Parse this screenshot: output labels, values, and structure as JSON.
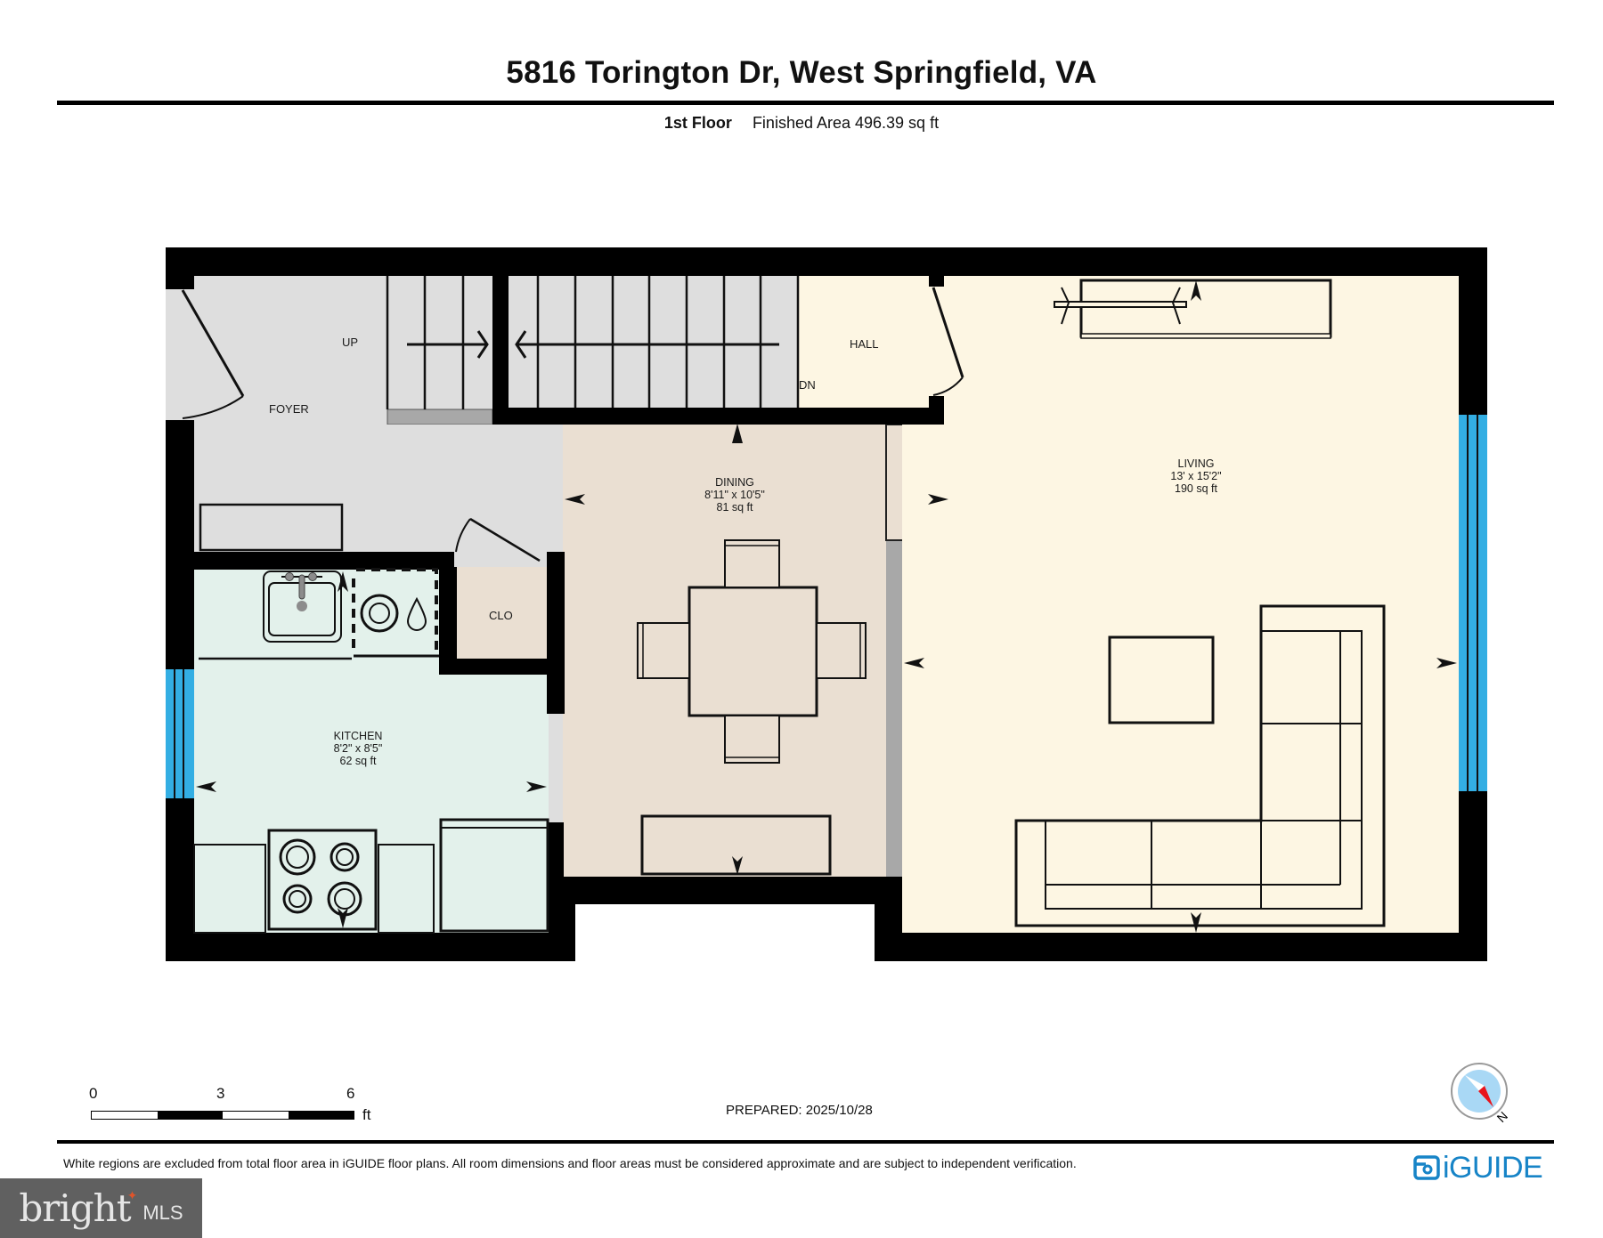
{
  "header": {
    "title": "5816 Torington Dr, West Springfield, VA",
    "floor_label": "1st Floor",
    "finished_area": "Finished Area 496.39 sq ft"
  },
  "rooms": {
    "foyer": {
      "name": "FOYER"
    },
    "hall": {
      "name": "HALL"
    },
    "closet": {
      "name": "CLO"
    },
    "dining": {
      "name": "DINING",
      "dimensions": "8'11\" x 10'5\"",
      "area": "81 sq ft"
    },
    "kitchen": {
      "name": "KITCHEN",
      "dimensions": "8'2\" x 8'5\"",
      "area": "62 sq ft"
    },
    "living": {
      "name": "LIVING",
      "dimensions": "13' x 15'2\"",
      "area": "190 sq ft"
    }
  },
  "stairs": {
    "up_label": "UP",
    "down_label": "DN"
  },
  "scale_bar": {
    "ticks": [
      "0",
      "3",
      "6"
    ],
    "unit": "ft"
  },
  "prepared": "PREPARED: 2025/10/28",
  "compass": {
    "north_label": "N"
  },
  "footer": {
    "disclaimer": "White regions are excluded from total floor area in iGUIDE floor plans. All room dimensions and floor areas must be considered approximate and are subject to independent verification.",
    "brand": "iGUIDE",
    "mls_brand": "bright",
    "mls_suffix": "MLS"
  },
  "colors": {
    "wall": "#000000",
    "foyer": "#dedede",
    "stairs": "#dedede",
    "hall": "#fdf6e3",
    "living": "#fdf6e3",
    "dining": "#eadfd2",
    "kitchen": "#e3f1eb",
    "closet": "#eadfd2",
    "window": "#33aee3",
    "brand": "#1784c7"
  }
}
